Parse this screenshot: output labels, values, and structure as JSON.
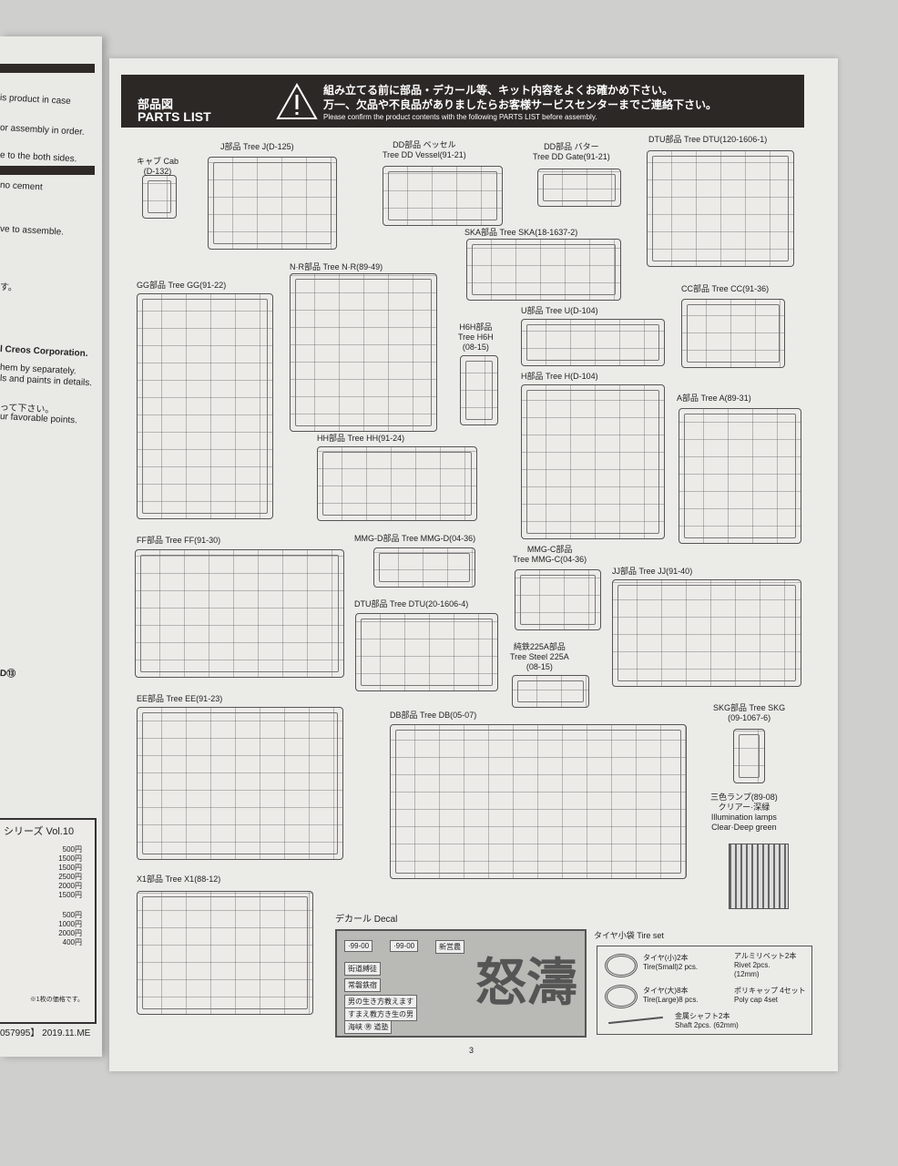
{
  "left_page": {
    "lines": [
      "is product in case",
      "or assembly in order.",
      "e to the both sides.",
      "no cement",
      "ve to assemble.",
      "す。",
      "l Creos Corporation.",
      "hem by separately.",
      "ls and paints in details.",
      "って下さい。",
      "ur favorable points."
    ],
    "series_title": "シリーズ Vol.10",
    "prices": [
      "500円",
      "1500円",
      "1500円",
      "2500円",
      "2000円",
      "1500円",
      "500円",
      "1000円",
      "2000円",
      "400円"
    ],
    "price_note": "※1枚の価格です。",
    "footer": "057995】 2019.11.ME",
    "marker": "D⑬"
  },
  "header": {
    "title_jp": "部品図",
    "title_en": "PARTS LIST",
    "notice_1": "組み立てる前に部品・デカール等、キット内容をよくお確かめ下さい。",
    "notice_2": "万一、欠品や不良品がありましたらお客様サービスセンターまでご連絡下さい。",
    "notice_en": "Please confirm the product contents with the following PARTS LIST before assembly.",
    "icon": "warning-icon"
  },
  "trees": {
    "cab": [
      "キャブ Cab",
      "(D-132)"
    ],
    "j": [
      "J部品 Tree J(D-125)"
    ],
    "dd_vessel": [
      "DD部品 ベッセル",
      "Tree DD Vessel(91-21)"
    ],
    "dd_gate": [
      "DD部品 バター",
      "Tree DD Gate(91-21)"
    ],
    "dtu1": [
      "DTU部品 Tree DTU(120-1606-1)"
    ],
    "ska": [
      "SKA部品 Tree SKA(18-1637-2)"
    ],
    "nr": [
      "N·R部品 Tree N·R(89-49)"
    ],
    "gg": [
      "GG部品 Tree GG(91-22)"
    ],
    "h6h": [
      "H6H部品",
      "Tree H6H",
      "(08-15)"
    ],
    "u": [
      "U部品 Tree U(D-104)"
    ],
    "cc": [
      "CC部品 Tree CC(91-36)"
    ],
    "h": [
      "H部品 Tree H(D-104)"
    ],
    "a": [
      "A部品 Tree A(89-31)"
    ],
    "hh": [
      "HH部品 Tree HH(91-24)"
    ],
    "ff": [
      "FF部品 Tree FF(91-30)"
    ],
    "mmgd": [
      "MMG-D部品 Tree MMG-D(04-36)"
    ],
    "mmgc": [
      "MMG-C部品",
      "Tree MMG-C(04-36)"
    ],
    "jj": [
      "JJ部品 Tree JJ(91-40)"
    ],
    "dtu2": [
      "DTU部品 Tree DTU(20-1606-4)"
    ],
    "steel": [
      "純鉄225A部品",
      "Tree Steel 225A",
      "(08-15)"
    ],
    "ee": [
      "EE部品 Tree EE(91-23)"
    ],
    "db": [
      "DB部品 Tree DB(05-07)"
    ],
    "skg": [
      "SKG部品 Tree SKG",
      "(09-1067-6)"
    ],
    "lamps": [
      "三色ランプ(89-08)",
      "クリアー·深緑",
      "Illumination lamps",
      "Clear·Deep green"
    ],
    "x1": [
      "X1部品 Tree X1(88-12)"
    ]
  },
  "decal": {
    "label": "デカール Decal",
    "plates": [
      "·99-00",
      "·99-00",
      "新営農"
    ],
    "big_text": "怒濤",
    "lines": [
      "街道縛徒",
      "常磐鉄宿",
      "男の生き方教えます",
      "すまえ教方き生の男",
      "海峡 ㊚ 道塾"
    ]
  },
  "tire_set": {
    "label": "タイヤ小袋 Tire set",
    "items": [
      [
        "タイヤ(小)2本",
        "Tire(Small)2 pcs."
      ],
      [
        "タイヤ(大)8本",
        "Tire(Large)8 pcs."
      ],
      [
        "アルミリベット2本",
        "Rivet 2pcs.",
        "(12mm)"
      ],
      [
        "ポリキャップ 4セット",
        "Poly cap 4set"
      ],
      [
        "金属シャフト2本",
        "Shaft 2pcs. (62mm)"
      ]
    ]
  },
  "page_number": "3"
}
